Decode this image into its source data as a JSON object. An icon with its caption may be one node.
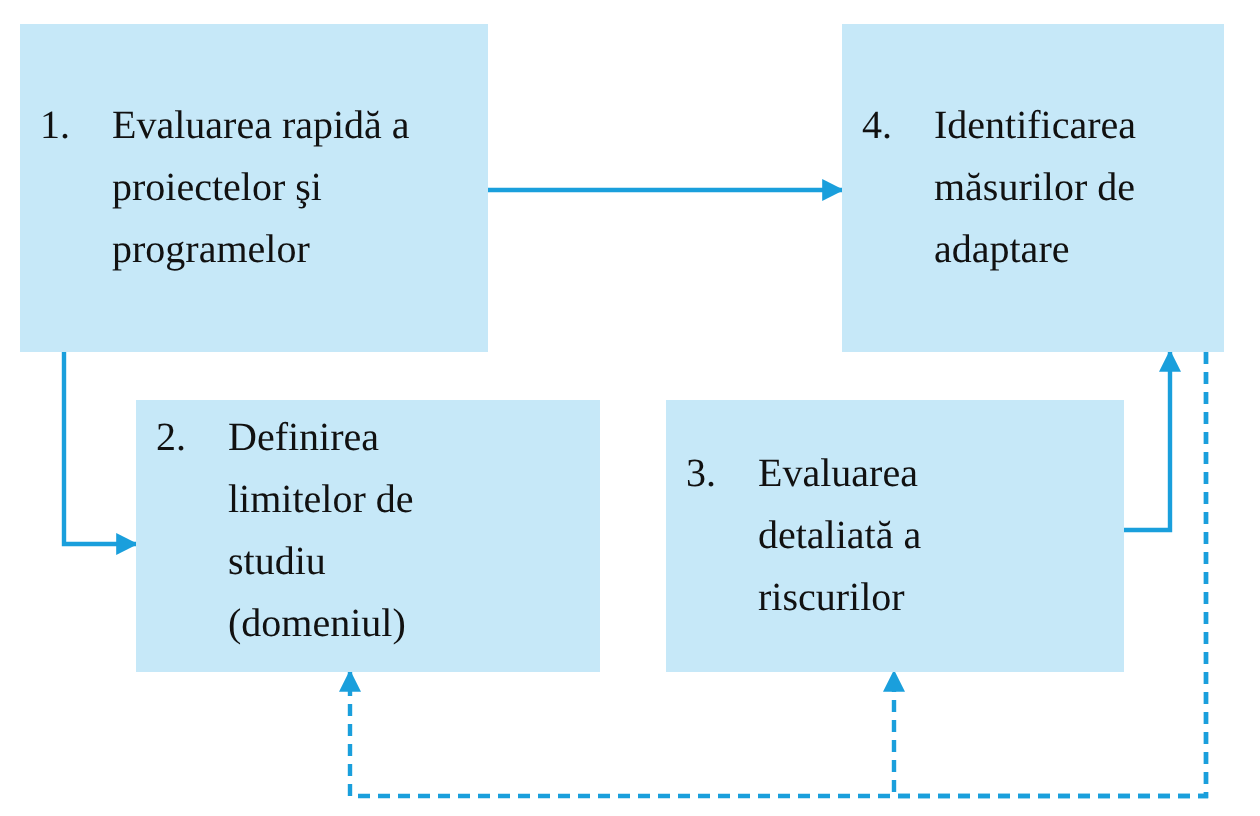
{
  "diagram": {
    "nodes": [
      {
        "text": [
          "1.",
          "Evaluarea rapidă a proiectelor şi programelor"
        ]
      },
      {
        "text": [
          "2.",
          "Definirea limitelor de studiu (domeniul)"
        ]
      },
      {
        "text": [
          "3.",
          "Evaluarea detaliată a riscurilor"
        ]
      },
      {
        "text": [
          "4.",
          "Identificarea măsurilor de adaptare"
        ]
      }
    ],
    "edges": [
      {
        "from": 0,
        "to": 3,
        "arrow": "to"
      },
      {
        "from": 0,
        "to": 1,
        "arrow": "to"
      },
      {
        "from": 2,
        "to": 3,
        "arrow": "to"
      },
      {
        "from": 3,
        "to": 1,
        "arrow": "to",
        "style": "dashed"
      },
      {
        "from": 3,
        "to": 2,
        "arrow": "to",
        "style": "dashed"
      }
    ]
  }
}
